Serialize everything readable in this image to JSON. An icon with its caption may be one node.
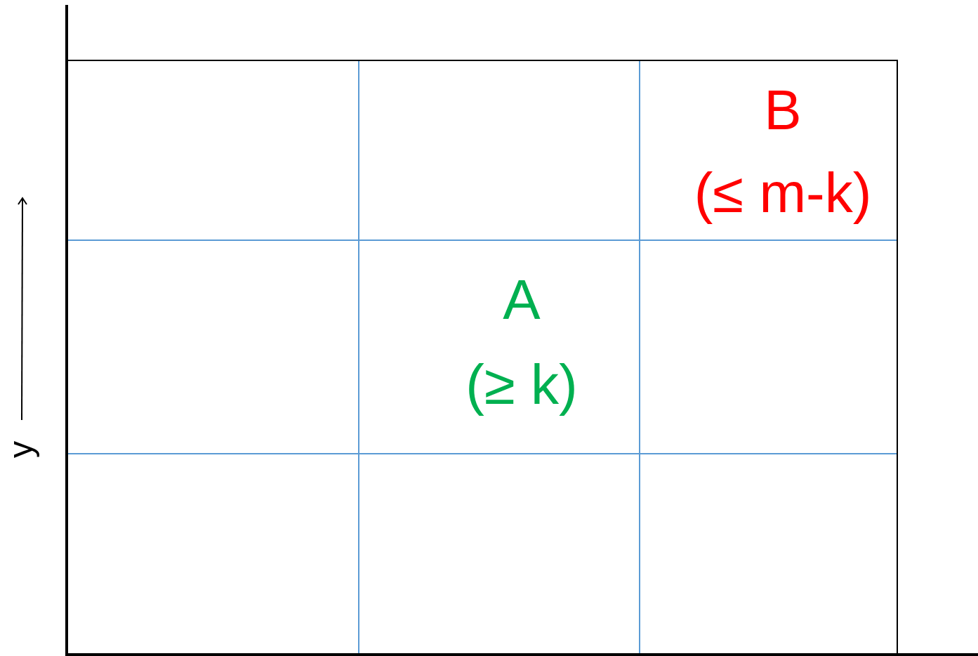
{
  "diagram": {
    "labels": [
      "B",
      "(≤ m-k)",
      "A",
      "(≥ k)",
      "y"
    ]
  }
}
